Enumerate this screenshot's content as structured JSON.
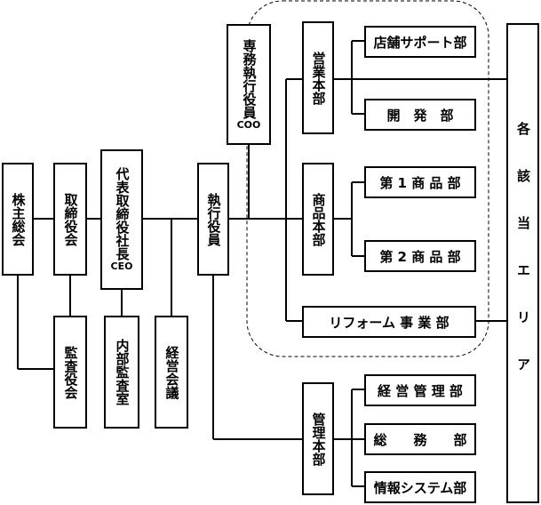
{
  "boxes": {
    "shareholders": "株主総会",
    "board": "取締役会",
    "auditors": "監査役会",
    "president": "代表取締役社長",
    "president_role": "CEO",
    "internal_audit": "内部監査室",
    "management_meeting": "経営会議",
    "executive_officers": "執行役員",
    "managing_exec": "専務執行役員",
    "managing_exec_role": "COO",
    "sales_hq": "営業本部",
    "store_support": "店舗サポート部",
    "development": "開　発　部",
    "merch_hq": "商品本部",
    "merch1": "第 1 商 品 部",
    "merch2": "第 2 商 品 部",
    "reform": "リフォーム 事 業 部",
    "admin_hq": "管理本部",
    "corp_planning": "経 営 管 理 部",
    "general_affairs": "総　　務　　部",
    "info_systems": "情報システム部",
    "areas": "各該当エリア"
  }
}
